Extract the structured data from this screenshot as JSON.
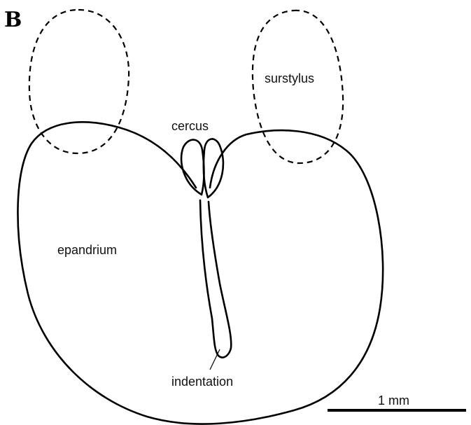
{
  "figure": {
    "panel_letter": "B",
    "labels": {
      "surstylus": "surstylus",
      "cercus": "cercus",
      "epandrium": "epandrium",
      "indentation": "indentation"
    },
    "scale_bar": {
      "label": "1 mm"
    }
  }
}
